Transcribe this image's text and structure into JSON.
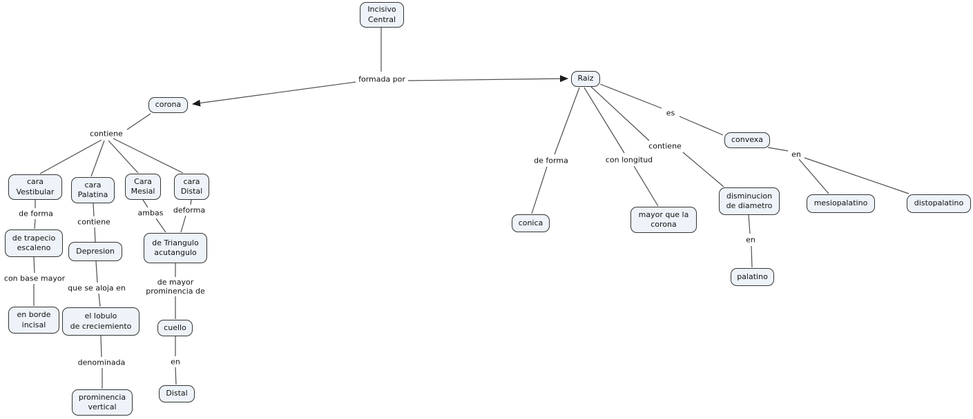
{
  "nodes": {
    "incisivo_central": "Incisivo\nCentral",
    "corona": "corona",
    "raiz": "Raiz",
    "cara_vestibular": "cara\nVestibular",
    "cara_palatina": "cara\nPalatina",
    "cara_mesial": "Cara\nMesial",
    "cara_distal": "cara\nDistal",
    "de_trapecio_escaleno": "de trapecio\nescaleno",
    "depresion": "Depresion",
    "de_triangulo_acutangulo": "de Triangulo\nacutangulo",
    "en_borde_incisal": "en borde\nincisal",
    "el_lobulo_de_creciemiento": "el lobulo\nde creciemiento",
    "cuello": "cuello",
    "prominencia_vertical": "prominencia\nvertical",
    "distal": "Distal",
    "conica": "conica",
    "mayor_que_la_corona": "mayor que la\ncorona",
    "disminucion_de_diametro": "disminucion\nde diametro",
    "mesiopalatino": "mesiopalatino",
    "distopalatino": "distopalatino",
    "convexa": "convexa",
    "palatino": "palatino"
  },
  "links": {
    "formada_por": "formada por",
    "contiene_corona": "contiene",
    "de_forma_vestibular": "de forma",
    "contiene_palatina": "contiene",
    "ambas": "ambas",
    "deforma": "deforma",
    "con_base_mayor": "con base mayor",
    "que_se_aloja_en": "que se aloja en",
    "de_mayor_prominencia_de": "de mayor\nprominencia de",
    "denominada": "denominada",
    "en_cuello_distal": "en",
    "de_forma_raiz": "de forma",
    "con_longitud": "con longitud",
    "contiene_raiz": "contiene",
    "es": "es",
    "en_convexa": "en",
    "en_palatino": "en"
  },
  "colors": {
    "background": "#ffffff",
    "node_fill": "#edf3f8",
    "node_border": "#333333",
    "line": "#4c4c4c",
    "text": "#111111"
  }
}
